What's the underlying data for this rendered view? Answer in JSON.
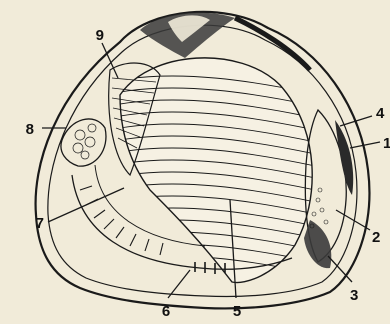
{
  "colors": {
    "background": "#f1ebd9",
    "ink": "#1a1a1a",
    "shade": "#2a2a2a"
  },
  "labels": [
    {
      "id": "label-1",
      "text": "1"
    },
    {
      "id": "label-2",
      "text": "2"
    },
    {
      "id": "label-3",
      "text": "3"
    },
    {
      "id": "label-4",
      "text": "4"
    },
    {
      "id": "label-5",
      "text": "5"
    },
    {
      "id": "label-6",
      "text": "6"
    },
    {
      "id": "label-7",
      "text": "7"
    },
    {
      "id": "label-8",
      "text": "8"
    },
    {
      "id": "label-9",
      "text": "9"
    }
  ]
}
